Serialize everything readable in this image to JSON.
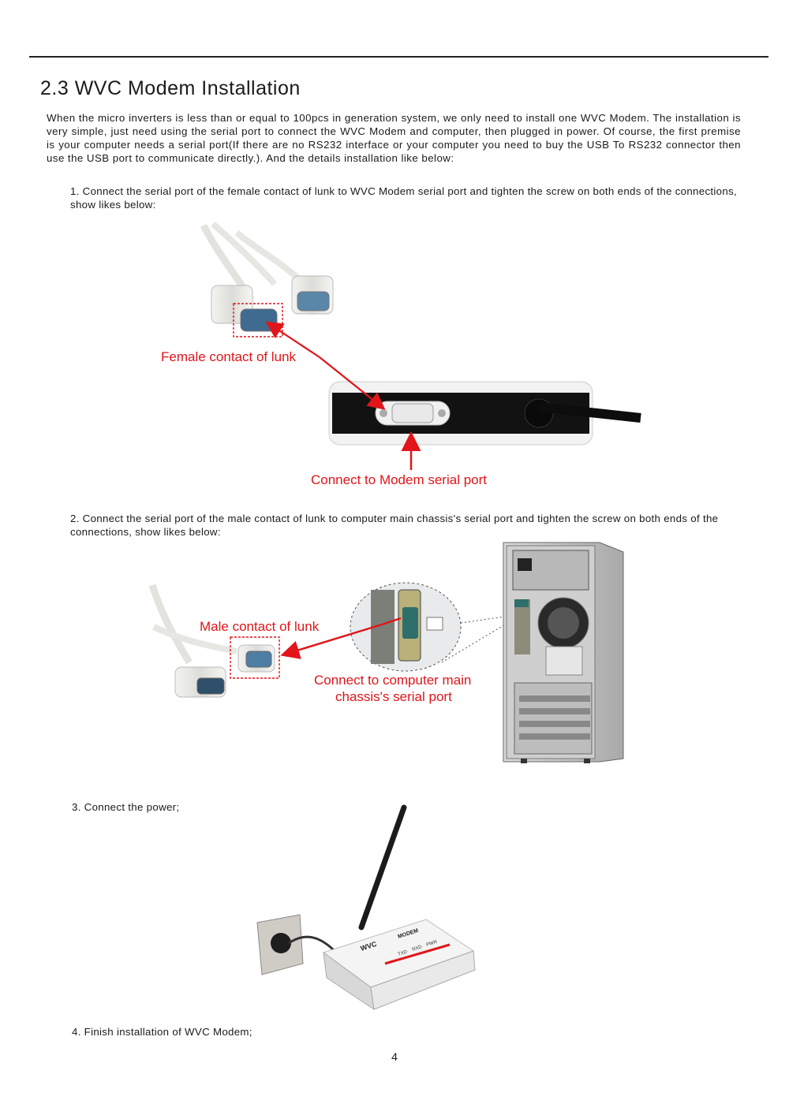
{
  "section_title": "2.3 WVC Modem Installation",
  "intro": "When the micro inverters is less than or equal to 100pcs in generation system, we only need to install one WVC Modem. The installation is very simple, just need using the serial port to connect the WVC Modem and computer, then plugged in power. Of course, the first premise is your computer needs a serial port(If there are no RS232 interface or your computer you need to buy the USB To RS232 connector then use the USB port to communicate directly.). And the details installation like below:",
  "steps": [
    "1. Connect the serial port of the female contact of lunk to WVC Modem serial port and tighten the screw on both ends of the connections, show likes below:",
    "2. Connect the serial port of the male contact of lunk to computer main chassis's serial port and tighten the screw on both ends of the connections, show likes below:",
    "3. Connect the power;",
    "4. Finish installation of WVC Modem;"
  ],
  "figure1": {
    "label_female": "Female contact of lunk",
    "label_modem_port": "Connect to Modem serial port"
  },
  "figure2": {
    "label_male": "Male contact of lunk",
    "label_computer_line1": "Connect to computer main",
    "label_computer_line2": "chassis's serial port"
  },
  "figure3": {
    "modem_brand": "WVC",
    "modem_brand_sub": "MODEM",
    "led_labels": [
      "TXD",
      "RXD",
      "PWR"
    ]
  },
  "page_number": "4",
  "colors": {
    "annotation_red": "#e1151a",
    "rule": "#222222"
  }
}
